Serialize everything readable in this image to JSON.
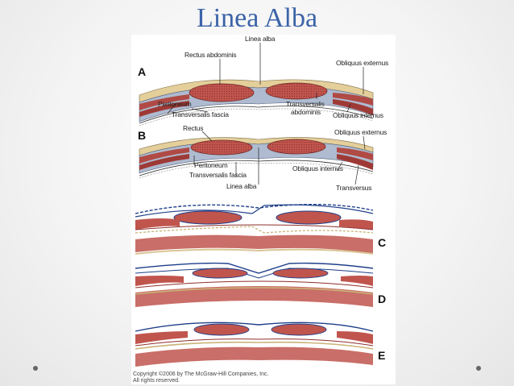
{
  "slide": {
    "title": "Linea Alba"
  },
  "figure": {
    "panels": [
      "A",
      "B",
      "C",
      "D",
      "E"
    ],
    "labels_a": {
      "rectus_abdominis": "Rectus abdominis",
      "linea_alba": "Linea alba",
      "obliquus_externus": "Obliquus externus",
      "peritoneum": "Peritoneum",
      "transversalis_fascia": "Transversalis fascia",
      "transversalis_abdominis_1": "Transversalis",
      "transversalis_abdominis_2": "abdominis",
      "obliquus_internus": "Obliquus internus"
    },
    "labels_b": {
      "rectus": "Rectus",
      "obliquus_externus": "Obliquus externus",
      "peritoneum": "Peritoneum",
      "transversalis_fascia": "Transversalis fascia",
      "linea_alba": "Linea alba",
      "obliquus_internus": "Obliquus internus",
      "transversus": "Transversus"
    },
    "copyright_line1": "Copyright ©2006 by The McGraw-Hill Companies, Inc.",
    "copyright_line2": "All rights reserved."
  },
  "colors": {
    "title": "#3b63a8",
    "muscle": "#c0554e",
    "muscle_dark": "#8e2f2c",
    "fascia": "#9fb0c8",
    "nerve_blue": "#1f3f8a",
    "tan": "#d9c596"
  }
}
